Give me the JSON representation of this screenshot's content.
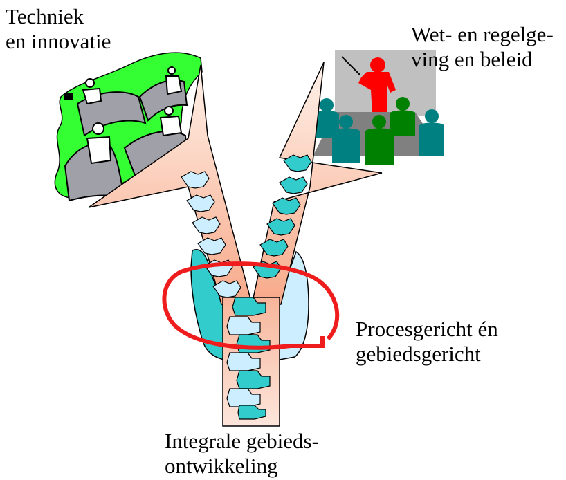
{
  "labels": {
    "top_left": [
      "Techniek",
      "en innovatie"
    ],
    "top_right": [
      "Wet- en regelge-",
      "ving en beleid"
    ],
    "right": [
      "Procesgericht én",
      "gebiedsgericht"
    ],
    "bottom": [
      "Integrale gebieds-",
      "ontwikkeling"
    ]
  },
  "colors": {
    "zipper_body": "#f7b59a",
    "zipper_tooth_left": "#cceeff",
    "zipper_tooth_right": "#33cccc",
    "side_panel_left": "#33cccc",
    "side_panel_right": "#cceeff",
    "ellipse": "#ee1c1c",
    "presenter": "#ff0000",
    "board": "#c0c0c0",
    "table": "#808080",
    "audience_teal": "#008080",
    "audience_green": "#008000",
    "blob": "#33ff33",
    "bridge": "#a0a0a8"
  },
  "icons": [
    "workers-on-bridges-clipart",
    "presentation-meeting-clipart"
  ]
}
